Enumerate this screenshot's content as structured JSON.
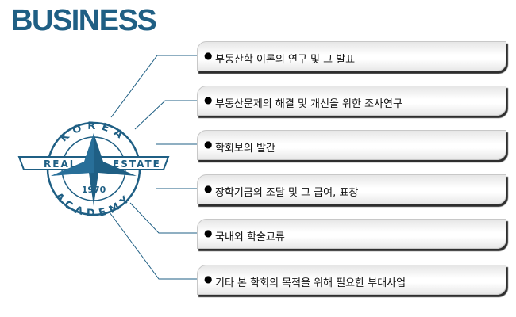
{
  "header": {
    "title": "BUSINESS"
  },
  "logo": {
    "top_text": "KOREA",
    "left_text": "REAL",
    "right_text": "ESTATE",
    "year": "1970",
    "bottom_text": "ACADEMY",
    "color": "#1f5f84"
  },
  "items": [
    {
      "bullet": "●",
      "label": "부동산학 이론의 연구 및 그 발표"
    },
    {
      "bullet": "●",
      "label": "부동산문제의 해결 및 개선을 위한 조사연구"
    },
    {
      "bullet": "●",
      "label": "학회보의 발간"
    },
    {
      "bullet": "●",
      "label": "장학기금의 조달 및 그 급여, 표창"
    },
    {
      "bullet": "●",
      "label": "국내외 학술교류"
    },
    {
      "bullet": "●",
      "label": "기타 본 학회의 목적을 위해 필요한 부대사업"
    }
  ]
}
